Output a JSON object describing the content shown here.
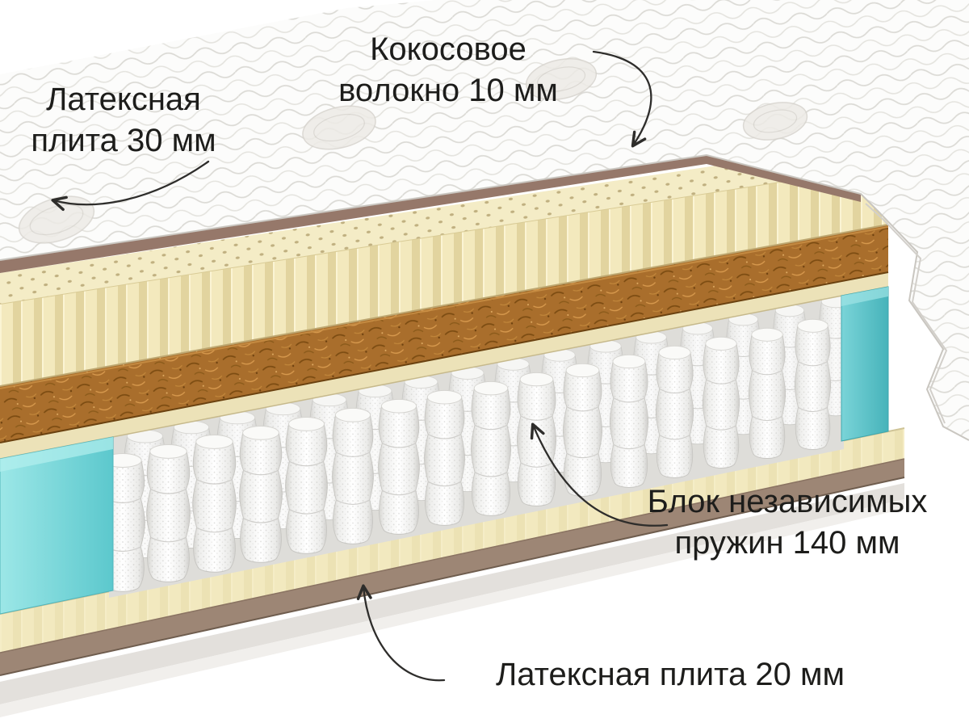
{
  "annotations": {
    "latex_top": {
      "line1": "Латексная",
      "line2": "плита 30 мм"
    },
    "coconut": {
      "line1": "Кокосовое",
      "line2": "волокно 10 мм"
    },
    "springs": {
      "line1": "Блок независимых",
      "line2": "пружин 140 мм"
    },
    "latex_bottom": {
      "text": "Латексная плита 20 мм"
    }
  },
  "layers": [
    {
      "name": "Латексная плита",
      "thickness": "30 мм"
    },
    {
      "name": "Кокосовое волокно",
      "thickness": "10 мм"
    },
    {
      "name": "Блок независимых пружин",
      "thickness": "140 мм"
    },
    {
      "name": "Латексная плита",
      "thickness": "20 мм"
    }
  ],
  "colors": {
    "background": "#ffffff",
    "text": "#1d1d1b",
    "arrow": "#2e2d2b",
    "quilt": "#fcfcfb",
    "quilt_stitch": "#dbdad5",
    "seam": "#96786a",
    "latex_cream": "#f3e9bd",
    "latex_shadow": "#e2d49f",
    "coir_brown": "#a96e2c",
    "coir_dark": "#6b4210",
    "spring_white": "#ffffff",
    "spring_edge": "#c7c6c2",
    "spring_backdrop": "#deddd9",
    "foam_teal": "#6fd0d4",
    "bottom_latex": "#f1e9c0",
    "base_brown": "#9d8675"
  }
}
